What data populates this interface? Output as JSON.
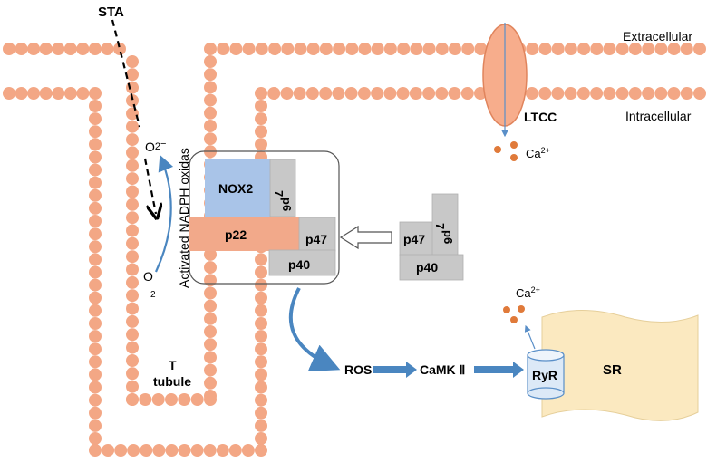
{
  "labels": {
    "sta": "STA",
    "extracellular": "Extracellular",
    "intracellular": "Intracellular",
    "ltcc": "LTCC",
    "ca_top": "Ca",
    "ca_top_sup": "2+",
    "ca_sr": "Ca",
    "ca_sr_sup": "2+",
    "superoxide": "O",
    "superoxide_sub": "2",
    "superoxide_sup": "−",
    "oxygen": "O",
    "oxygen_sub": "2",
    "nadph_oxidase": "Activated NADPH oxidas",
    "nox2": "NOX2",
    "p67_bound_a": "p6",
    "p67_bound_b": "7",
    "p22": "p22",
    "p47_bound": "p47",
    "p40_bound": "p40",
    "p47_free": "p47",
    "p67_free_a": "p6",
    "p67_free_b": "7",
    "p40_free": "p40",
    "t_tubule_a": "T",
    "t_tubule_b": "tubule",
    "ros": "ROS",
    "camk": "CaMK Ⅱ",
    "ryr": "RyR",
    "sr": "SR"
  },
  "colors": {
    "lipid": "#f3a785",
    "nox2": "#a9c4e8",
    "p22": "#f2a98a",
    "subunit": "#c8c8c8",
    "ltcc": "#f7ad8c",
    "calcium": "#e07a3a",
    "arrow": "#4a86c0",
    "sr": "#fbe9c0"
  }
}
